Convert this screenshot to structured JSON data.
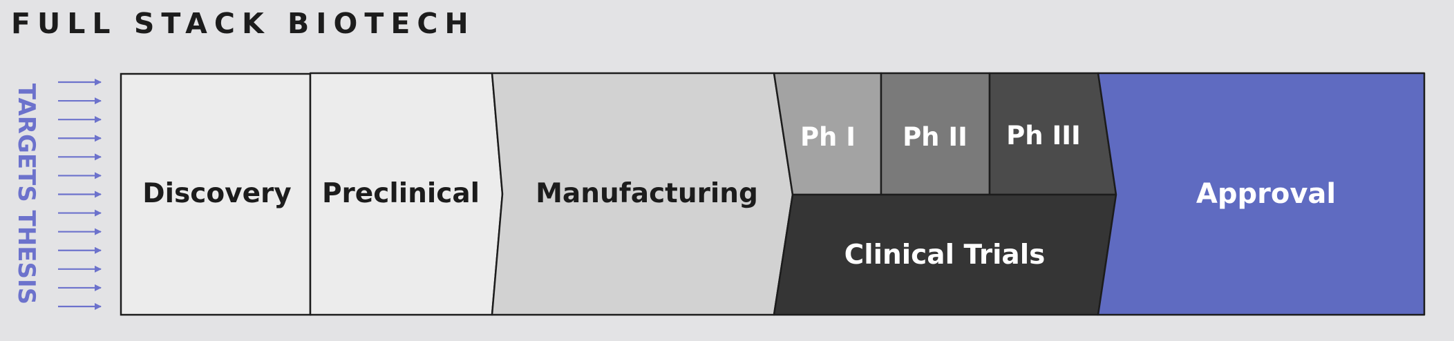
{
  "header": {
    "title": "FULL STACK BIOTECH"
  },
  "side": {
    "label": "TARGETS THESIS",
    "arrow_count": 13
  },
  "stages": {
    "discovery": "Discovery",
    "preclinical": "Preclinical",
    "manufacturing": "Manufacturing",
    "phase1": "Ph I",
    "phase2": "Ph II",
    "phase3": "Ph III",
    "clinical_trials": "Clinical Trials",
    "approval": "Approval"
  },
  "colors": {
    "background": "#e3e3e5",
    "light_fill": "#ececec",
    "manufacturing_fill": "#d2d2d2",
    "phase1_fill": "#a3a3a3",
    "phase2_fill": "#7a7a7a",
    "phase3_fill": "#4b4b4b",
    "clinical_fill": "#353535",
    "approval_fill": "#5f6bc1",
    "accent": "#6c72cc",
    "stroke": "#1c1c1c"
  }
}
